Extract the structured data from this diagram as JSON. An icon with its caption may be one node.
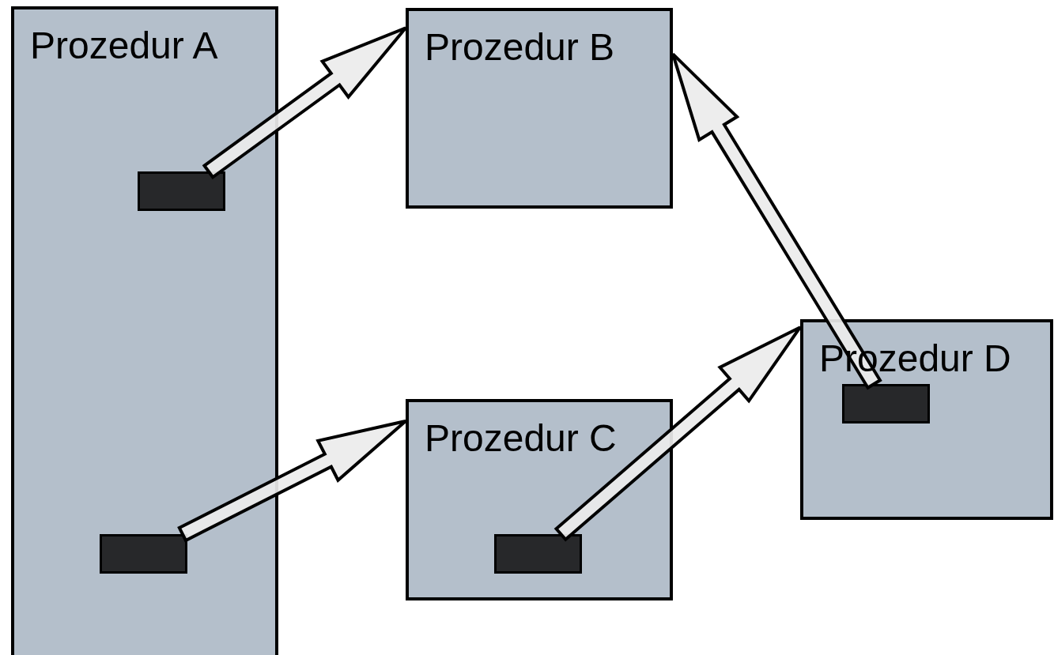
{
  "diagram": {
    "nodes": [
      {
        "text": [
          "Prozedur A"
        ]
      },
      {
        "text": [],
        "shape": "bar",
        "in": 0
      },
      {
        "text": [],
        "shape": "bar",
        "in": 0
      },
      {
        "text": [
          "Prozedur B"
        ]
      },
      {
        "text": [
          "Prozedur C"
        ]
      },
      {
        "text": [],
        "shape": "bar",
        "in": 4
      },
      {
        "text": [
          "Prozedur D"
        ]
      },
      {
        "text": [],
        "shape": "bar",
        "in": 6
      }
    ],
    "edges": [
      {
        "from": 1,
        "to": 3,
        "arrow": "to"
      },
      {
        "from": 2,
        "to": 4,
        "arrow": "to"
      },
      {
        "from": 5,
        "to": 6,
        "arrow": "to"
      },
      {
        "from": 7,
        "to": 3,
        "arrow": "to"
      }
    ]
  }
}
